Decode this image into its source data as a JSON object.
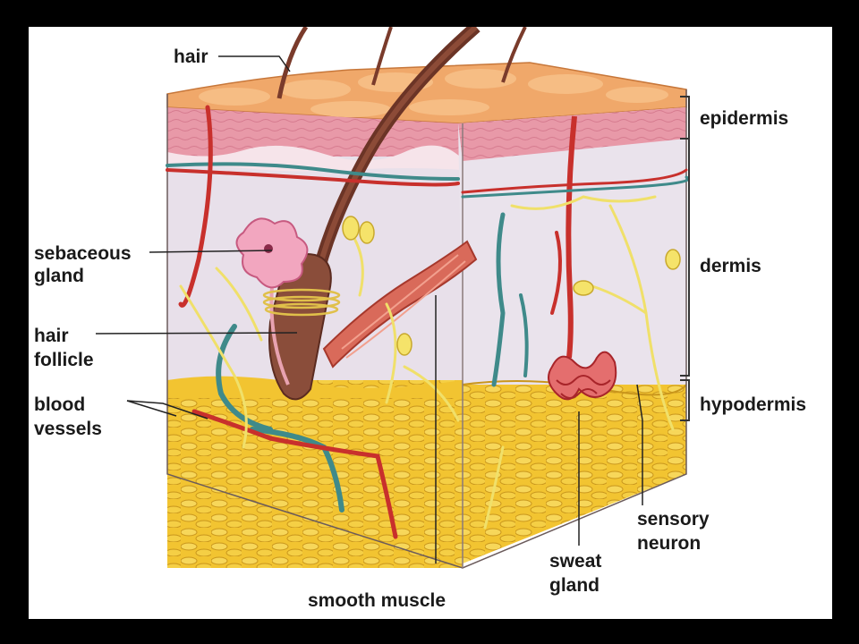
{
  "diagram": {
    "labels": {
      "hair": "hair",
      "epidermis": "epidermis",
      "dermis": "dermis",
      "hypodermis": "hypodermis",
      "sebaceous_gland": [
        "sebaceous",
        "gland"
      ],
      "hair_follicle": [
        "hair",
        "follicle"
      ],
      "blood_vessels": [
        "blood",
        "vessels"
      ],
      "smooth_muscle": "smooth muscle",
      "sweat_gland": [
        "sweat",
        "gland"
      ],
      "sensory_neuron": [
        "sensory",
        "neuron"
      ]
    },
    "colors": {
      "frame": "#000000",
      "background": "#ffffff",
      "skin_surface": "#f0a86a",
      "epidermis": "#e899a8",
      "dermis": "#e8e0ea",
      "fat": "#f2c431",
      "vessel_red": "#c8302c",
      "vessel_blue": "#3f8a8a",
      "nerve": "#f0e06a",
      "hair": "#6b3426"
    }
  }
}
